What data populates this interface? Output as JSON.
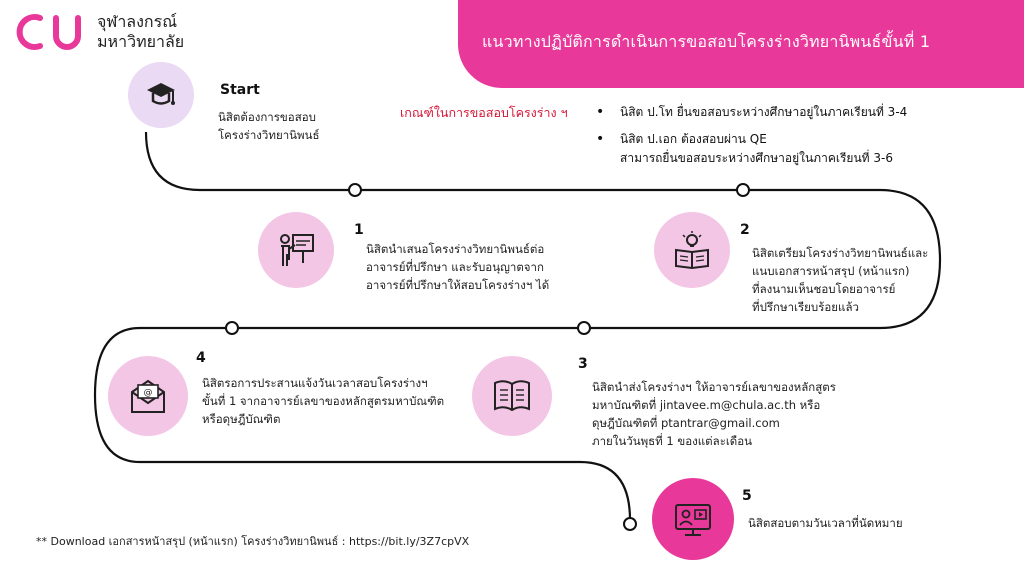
{
  "header": {
    "title": "แนวทางปฏิบัติการดำเนินการขอสอบโครงร่างวิทยานิพนธ์ขั้นที่  1",
    "logo_line1": "จุฬาลงกรณ์",
    "logo_line2": "มหาวิทยาลัย",
    "accent_color": "#e8399a"
  },
  "start": {
    "label": "Start",
    "icon": "graduation-cap-icon",
    "lines": [
      "นิสิตต้องการขอสอบ",
      "โครงร่างวิทยานิพนธ์"
    ]
  },
  "criteria": {
    "title": "เกณฑ์ในการขอสอบโครงร่าง ฯ",
    "items": [
      {
        "lines": [
          "นิสิต ป.โท  ยื่นขอสอบระหว่างศึกษาอยู่ในภาคเรียนที่  3-4"
        ]
      },
      {
        "lines": [
          "นิสิต ป.เอก ต้องสอบผ่าน QE",
          "สามารถยื่นขอสอบระหว่างศึกษาอยู่ในภาคเรียนที่  3-6"
        ]
      }
    ]
  },
  "steps": [
    {
      "num": "1",
      "icon": "presentation-icon",
      "lines": [
        "นิสิตนำเสนอโครงร่างวิทยานิพนธ์ต่อ",
        "อาจารย์ที่ปรึกษา และรับอนุญาตจาก",
        "อาจารย์ที่ปรึกษาให้สอบโครงร่างฯ ได้"
      ]
    },
    {
      "num": "2",
      "icon": "idea-book-icon",
      "lines": [
        "นิสิตเตรียมโครงร่างวิทยานิพนธ์และ",
        "แนบเอกสารหน้าสรุป (หน้าแรก)",
        "ที่ลงนามเห็นชอบโดยอาจารย์",
        "ที่ปรึกษาเรียบร้อยแล้ว"
      ]
    },
    {
      "num": "3",
      "icon": "open-book-icon",
      "lines": [
        "นิสิตนำส่งโครงร่างฯ ให้อาจารย์เลขาของหลักสูตร",
        "มหาบัณฑิตที่ jintavee.m@chula.ac.th  หรือ",
        "ดุษฎีบัณฑิตที่ ptantrar@gmail.com",
        "ภายในวันพุธที่ 1 ของแต่ละเดือน"
      ]
    },
    {
      "num": "4",
      "icon": "email-envelope-icon",
      "lines": [
        "นิสิตรอการประสานแจ้งวันเวลาสอบโครงร่างฯ",
        "ขั้นที่ 1 จากอาจารย์เลขาของหลักสูตรมหาบัณฑิต",
        "หรือดุษฎีบัณฑิต"
      ]
    },
    {
      "num": "5",
      "icon": "video-conference-icon",
      "lines": [
        "นิสิตสอบตามวันเวลาที่นัดหมาย"
      ]
    }
  ],
  "footnote": "** Download เอกสารหน้าสรุป (หน้าแรก) โครงร่างวิทยานิพนธ์ : https://bit.ly/3Z7cpVX"
}
